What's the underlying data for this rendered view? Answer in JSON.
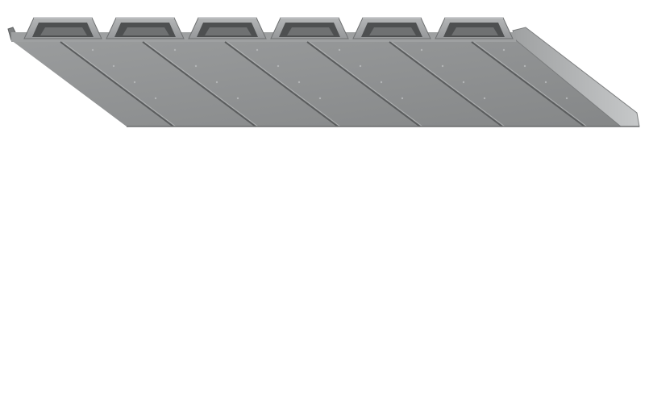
{
  "image": {
    "subject": "corrugated-metal-soffit-panel",
    "background_color": "#ffffff",
    "colors": {
      "panel_face": "#8e9091",
      "panel_face_light": "#a4a6a7",
      "panel_face_dark": "#7b7d7e",
      "rib_top": "#a9abac",
      "rib_shadow": "#4e5051",
      "rib_wall": "#6f7172",
      "edge_highlight": "#c2c4c5",
      "crease_line": "#5a5c5d",
      "perforation_dot": "#b3b5b6"
    },
    "rib_count": 6,
    "panel_strip_count": 6
  }
}
